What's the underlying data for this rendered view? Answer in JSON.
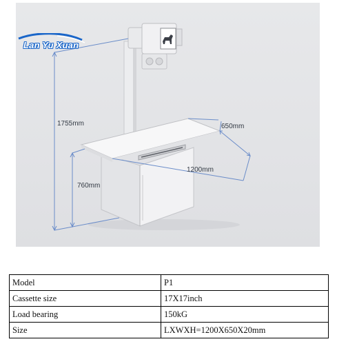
{
  "brand": {
    "logo_text": "Lan Yu Xuan"
  },
  "dimensions": {
    "height_total": "1755mm",
    "width": "650mm",
    "length": "1200mm",
    "height_table": "760mm"
  },
  "specs": {
    "rows": [
      {
        "label": "Model",
        "value": "P1"
      },
      {
        "label": "Cassette size",
        "value": "17X17inch"
      },
      {
        "label": "Load bearing",
        "value": "150kG"
      },
      {
        "label": "Size",
        "value": "LXWXH=1200X650X20mm"
      }
    ]
  },
  "colors": {
    "dimension_lines": "#6a8cc9",
    "logo": "#1a66c9"
  }
}
